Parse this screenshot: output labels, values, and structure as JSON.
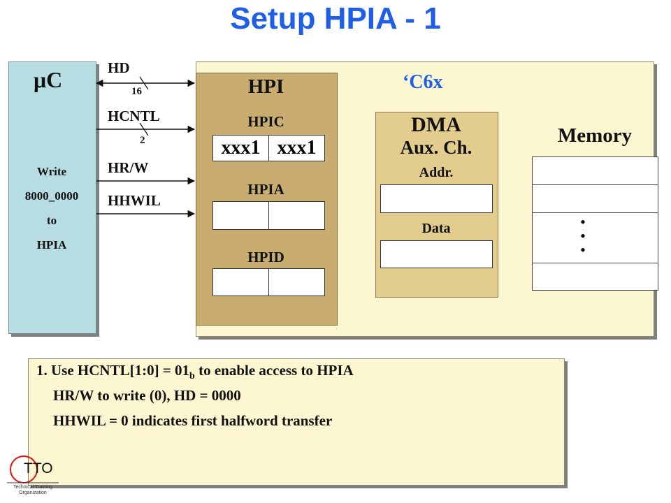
{
  "title": "Setup HPIA - 1",
  "microcontroller": {
    "label": "μC",
    "lines": [
      "Write",
      "8000_0000",
      "to",
      "HPIA"
    ]
  },
  "signals": {
    "hd": "HD",
    "hd_width": "16",
    "hcntl": "HCNTL",
    "hcntl_width": "2",
    "hrw": "HR/W",
    "hhwil": "HHWIL"
  },
  "c6x": {
    "label": "‘C6x",
    "hpi": {
      "label": "HPI",
      "hpic_label": "HPIC",
      "hpic_values": [
        "xxx1",
        "xxx1"
      ],
      "hpia_label": "HPIA",
      "hpid_label": "HPID"
    },
    "dma": {
      "label": "DMA",
      "sub_label": "Aux. Ch.",
      "addr_label": "Addr.",
      "data_label": "Data"
    },
    "memory": {
      "label": "Memory",
      "dots": "•"
    }
  },
  "note": {
    "line1_pre": "1. Use HCNTL[1:0] = 01",
    "line1_sub": "b",
    "line1_post": " to enable access to HPIA",
    "line2": "HR/W to write (0), HD = 0000",
    "line3": "HHWIL = 0 indicates first halfword transfer"
  },
  "logo": {
    "text": "TTO",
    "caption_line1": "Technical Training",
    "caption_line2": "Organization"
  },
  "colors": {
    "title": "#1f5ee6",
    "uc_panel": "#b7dde3",
    "c6x_panel": "#fcf7d0",
    "hpi_panel": "#c9ac6f",
    "dma_panel": "#e2cd8f",
    "note_panel": "#fcf7d0"
  }
}
